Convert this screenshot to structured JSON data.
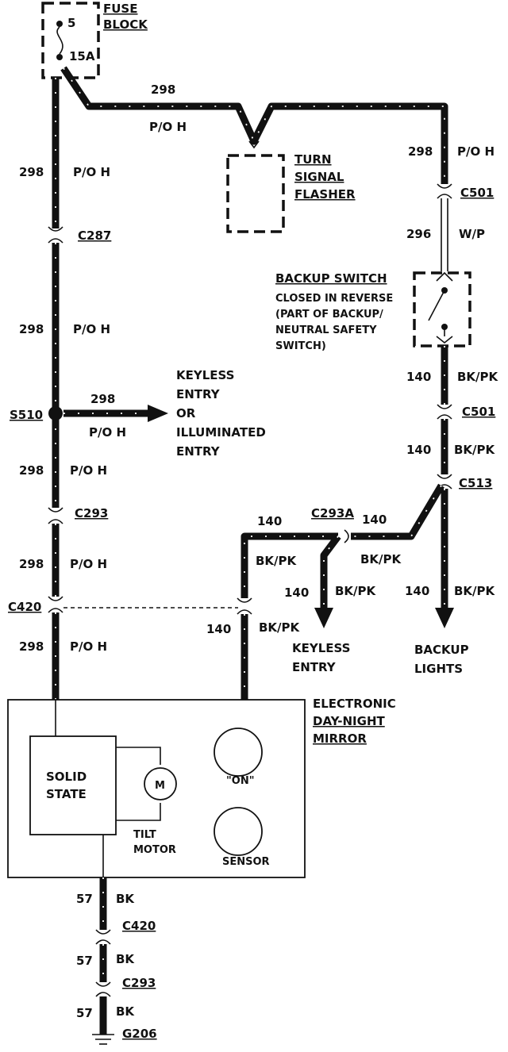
{
  "fuse_block": {
    "label_line1": "FUSE",
    "label_line2": "BLOCK",
    "fuse_number": "5",
    "fuse_rating": "15A"
  },
  "turn_signal_flasher": {
    "line1": "TURN",
    "line2": "SIGNAL",
    "line3": "FLASHER"
  },
  "backup_switch": {
    "title": "BACKUP SWITCH",
    "line1": "CLOSED IN REVERSE",
    "line2": "(PART OF BACKUP/",
    "line3": "NEUTRAL SAFETY",
    "line4": "SWITCH)"
  },
  "mirror": {
    "title_line1": "ELECTRONIC",
    "title_line2": "DAY-NIGHT",
    "title_line3": "MIRROR",
    "solid_state_line1": "SOLID",
    "solid_state_line2": "STATE",
    "motor_symbol": "M",
    "tilt_motor_line1": "TILT",
    "tilt_motor_line2": "MOTOR",
    "on_label": "\"ON\"",
    "sensor_label": "SENSOR"
  },
  "destinations": {
    "keyless_illum_line1": "KEYLESS",
    "keyless_illum_line2": "ENTRY",
    "keyless_illum_line3": "OR",
    "keyless_illum_line4": "ILLUMINATED",
    "keyless_illum_line5": "ENTRY",
    "keyless_line1": "KEYLESS",
    "keyless_line2": "ENTRY",
    "backup_line1": "BACKUP",
    "backup_line2": "LIGHTS"
  },
  "connectors": {
    "c287": "C287",
    "s510": "S510",
    "c293": "C293",
    "c420": "C420",
    "c501_top": "C501",
    "c501_bottom": "C501",
    "c513": "C513",
    "c293a": "C293A",
    "c420_ground": "C420",
    "c293_ground": "C293",
    "g206": "G206"
  },
  "wires": {
    "top_298": "298",
    "top_poh": "P/O H",
    "left_298_a": "298",
    "left_poh_a": "P/O H",
    "left_298_b": "298",
    "left_poh_b": "P/O H",
    "branch_298": "298",
    "branch_poh": "P/O H",
    "left_298_c": "298",
    "left_poh_c": "P/O H",
    "left_298_d": "298",
    "left_poh_d": "P/O H",
    "left_298_e": "298",
    "left_poh_e": "P/O H",
    "right_298": "298",
    "right_poh": "P/O H",
    "right_296": "296",
    "right_wp": "W/P",
    "right_140_a": "140",
    "right_bkpk_a": "BK/PK",
    "right_140_b": "140",
    "right_bkpk_b": "BK/PK",
    "right_140_c": "140",
    "right_bkpk_c": "BK/PK",
    "mid_140_a": "140",
    "mid_140_b": "140",
    "mid_bkpk_a": "BK/PK",
    "mid_bkpk_b": "BK/PK",
    "keyless_140": "140",
    "keyless_bkpk": "BK/PK",
    "mirror_140": "140",
    "mirror_bkpk": "BK/PK",
    "gnd_57_a": "57",
    "gnd_bk_a": "BK",
    "gnd_57_b": "57",
    "gnd_bk_b": "BK",
    "gnd_57_c": "57",
    "gnd_bk_c": "BK"
  }
}
